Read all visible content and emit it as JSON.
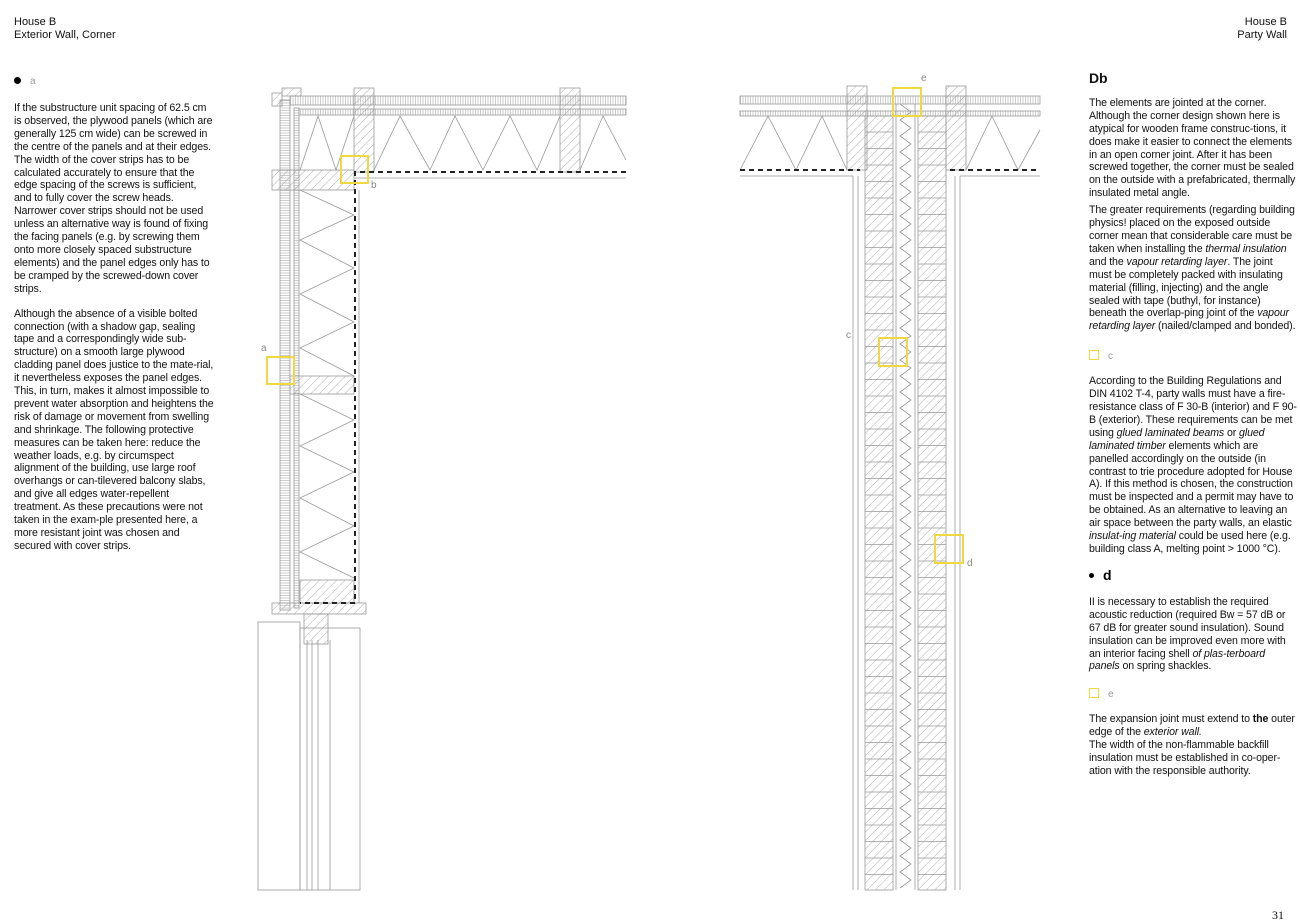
{
  "header_left": {
    "line1": "House B",
    "line2": "Exterior Wall, Corner"
  },
  "header_right": {
    "line1": "House B",
    "line2": "Party Wall"
  },
  "left_column": {
    "marker": "a",
    "paragraphs": [
      "If the substructure unit spacing of 62.5 cm is observed, the plywood panels (which are generally 125 cm wide) can be screwed in the centre of the panels and at their edges. The width of the cover strips has to be calculated accurately to ensure that the edge spacing of the screws is sufficient, and to fully cover the screw heads. Narrower cover strips should not be used unless an alternative way is found of fixing the facing panels (e.g. by screwing them onto more closely spaced substructure elements) and the panel edges only has to be cramped by the screwed-down cover strips.",
      "Although the absence of a visible bolted connection (with a shadow gap, sealing tape and a correspondingly wide sub-structure) on a smooth large plywood cladding panel does justice to the mate-rial, it nevertheless exposes the panel edges. This, in turn, makes it almost impossible to prevent water absorption and heightens the risk of damage or movement from swelling and shrinkage. The following protective measures can be taken here: reduce the weather loads, e.g. by circumspect alignment of the building, use large roof overhangs or can-tilevered balcony slabs, and give all edges water-repellent treatment. As these precautions were not taken in the exam-ple presented here, a more resistant joint was chosen and secured with cover strips."
    ]
  },
  "right_column": {
    "heading": "Db",
    "p1": "The elements are jointed at the corner. Although the corner design shown here is atypical for wooden frame construc-tions, it does make it easier to connect the elements in an open corner joint. After it has been screwed together, the corner must be sealed on the outside with a prefabricated, thermally insulated metal angle.",
    "p2": {
      "a": "The greater requirements (regarding building physics! placed on the exposed outside corner mean that considerable care must be taken when installing the ",
      "i1": "thermal insulation",
      "b": " and the ",
      "i2": "vapour retarding layer",
      "c": ". The joint must be completely packed with insulating material (filling, injecting) and the angle sealed with tape (buthyl, for instance) beneath the overlap-ping joint of the ",
      "i3": "vapour retarding layer",
      "d": " (nailed/clamped and bonded)."
    },
    "marker_c": "c",
    "p3": {
      "a": "According to the Building Regulations and DIN 4102 T-4, party walls must have a fire-resistance class of F 30-B (interior) and F 90-B (exterior). These requirements can be met using ",
      "i1": "glued laminated beams",
      "b": " or ",
      "i2": "glued laminated timber",
      "c": " elements which are panelled accordingly on the outside (in contrast to trie procedure adopted for House A). If this method is chosen, the construction must be inspected and a permit may have to be obtained. As an alternative to leaving an air space between the party walls, an elastic ",
      "i3": "insulat-ing material",
      "d": " could be used here (e.g. building class A, melting point > 1000 °C)."
    },
    "marker_d": "d",
    "p4": {
      "a": "II is necessary to establish the required acoustic reduction (required Bw = 57 dB or 67 dB for greater sound insulation). Sound insulation can be improved even more with an interior facing shell ",
      "i1": "of plas-terboard panels",
      "b": " on spring shackles."
    },
    "marker_e": "e",
    "p5": {
      "a": "The expansion joint must extend to ",
      "bold": "the",
      "b": " outer edge of the ",
      "i1": "exterior wall.",
      "c": "The width of the non-flammable backfill insulation must be established in co-oper-ation with the responsible authority."
    }
  },
  "drawing_labels": {
    "a": "a",
    "b": "b",
    "c": "c",
    "d": "d",
    "e": "e"
  },
  "page_number": "31",
  "colors": {
    "highlight": "#f0d840",
    "line": "#9a9a9a",
    "dash": "#222222"
  }
}
